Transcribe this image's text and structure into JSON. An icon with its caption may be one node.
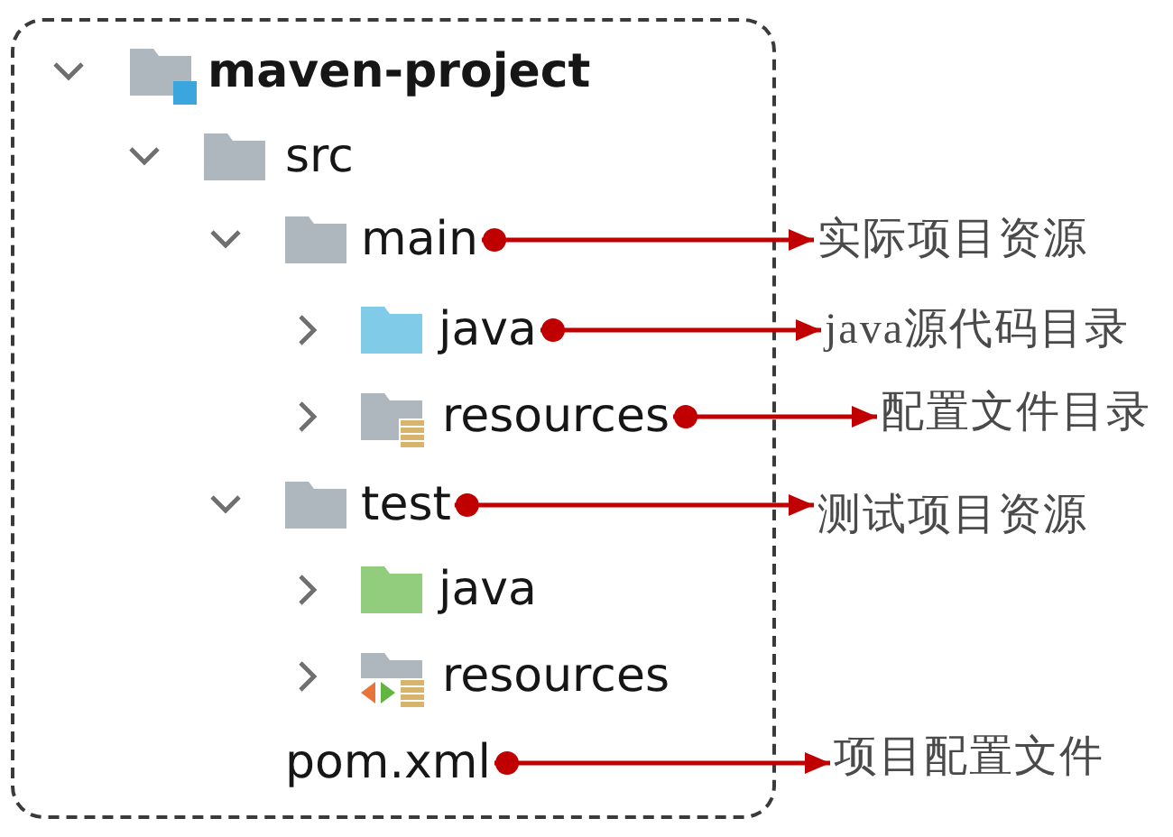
{
  "diagram": {
    "nodes": [
      {
        "text": [],
        "shape": "box"
      },
      {
        "text": [
          "maven-project"
        ],
        "in": 0
      },
      {
        "text": [
          "src"
        ],
        "in": 0
      },
      {
        "text": [
          "main"
        ],
        "in": 0
      },
      {
        "text": [
          "实际项目资源"
        ]
      },
      {
        "text": [
          "java"
        ],
        "in": 0
      },
      {
        "text": [
          "java源代码目录"
        ]
      },
      {
        "text": [
          "resources"
        ],
        "in": 0
      },
      {
        "text": [
          "配置文件目录"
        ]
      },
      {
        "text": [
          "test"
        ],
        "in": 0
      },
      {
        "text": [
          "测试项目资源"
        ]
      },
      {
        "text": [
          "java"
        ],
        "in": 0
      },
      {
        "text": [
          "resources"
        ],
        "in": 0
      },
      {
        "text": [
          "pom.xml"
        ],
        "in": 0
      },
      {
        "text": [
          "项目配置文件"
        ]
      }
    ],
    "edges": [
      {
        "from": 3,
        "to": 4,
        "arrow": "to"
      },
      {
        "from": 5,
        "to": 6,
        "arrow": "to"
      },
      {
        "from": 7,
        "to": 8,
        "arrow": "to"
      },
      {
        "from": 9,
        "to": 10,
        "arrow": "to"
      },
      {
        "from": 13,
        "to": 14,
        "arrow": "to"
      }
    ]
  }
}
